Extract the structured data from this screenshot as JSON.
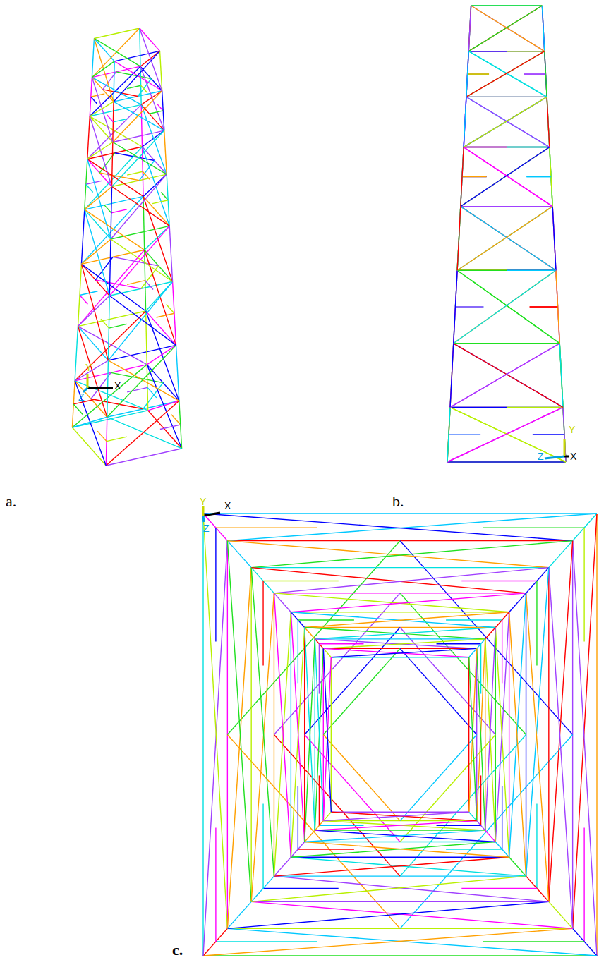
{
  "diagram": {
    "labels": [
      "a.",
      "X",
      "Y",
      "Z",
      "b.",
      "Y",
      "Z",
      "X",
      "c.",
      "Y",
      "X",
      "Z"
    ]
  }
}
